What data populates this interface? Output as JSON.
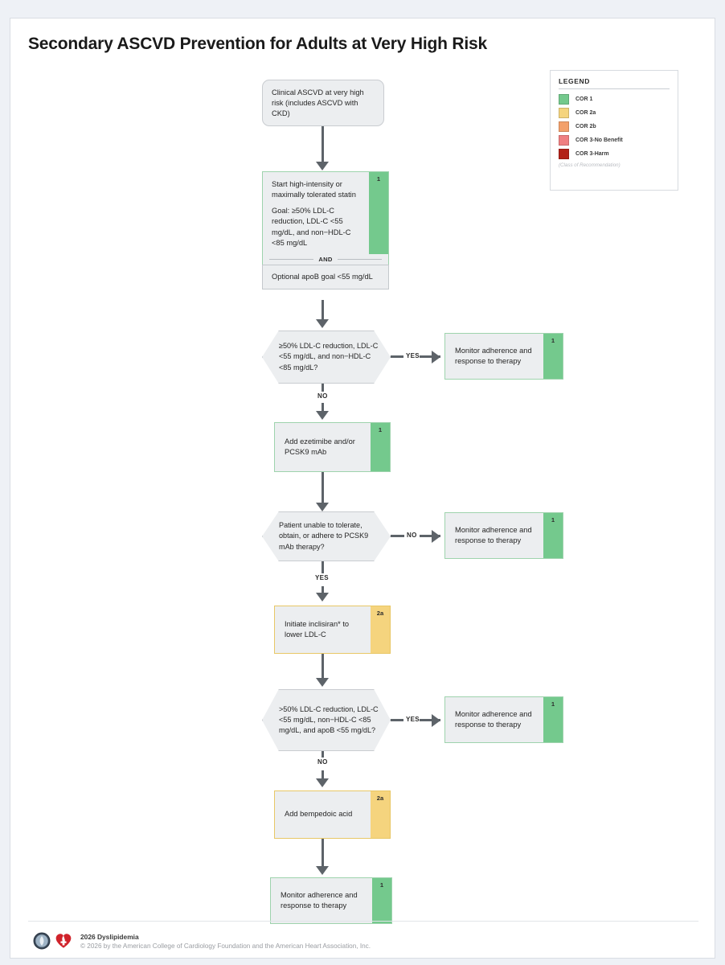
{
  "page": {
    "title": "Secondary ASCVD Prevention for Adults at Very High Risk"
  },
  "legend": {
    "heading": "LEGEND",
    "footnote": "(Class of Recommendation)",
    "items": [
      {
        "label": "COR 1",
        "color": "#74c98d"
      },
      {
        "label": "COR 2a",
        "color": "#f5d47e"
      },
      {
        "label": "COR 2b",
        "color": "#f3a06a"
      },
      {
        "label": "COR 3-No Benefit",
        "color": "#ef7f81"
      },
      {
        "label": "COR 3-Harm",
        "color": "#b22218"
      }
    ]
  },
  "flow": {
    "start": {
      "text": "Clinical ASCVD at very high risk (includes ASCVD with CKD)"
    },
    "statin": {
      "cor": "1",
      "line1": "Start high-intensity or maximally tolerated statin",
      "line2": "Goal: ≥50% LDL-C reduction, LDL-C <55 mg/dL, and non−HDL-C <85 mg/dL",
      "divider": "AND",
      "optional": "Optional apoB goal <55 mg/dL"
    },
    "decision1": {
      "text": "≥50% LDL-C reduction, LDL-C <55 mg/dL, and non−HDL-C <85 mg/dL?",
      "yes_label": "YES",
      "no_label": "NO"
    },
    "monitor1": {
      "cor": "1",
      "text": "Monitor adherence and response to therapy"
    },
    "ezetimibe": {
      "cor": "1",
      "text": "Add ezetimibe and/or PCSK9 mAb"
    },
    "decision2": {
      "text": "Patient unable to tolerate, obtain, or adhere to PCSK9 mAb therapy?",
      "no_label": "NO",
      "yes_label": "YES"
    },
    "monitor2": {
      "cor": "1",
      "text": "Monitor adherence and response to therapy"
    },
    "inclisiran": {
      "cor": "2a",
      "text": "Initiate inclisiran* to lower LDL-C"
    },
    "decision3": {
      "text": ">50% LDL-C reduction, LDL-C <55 mg/dL, non−HDL-C <85 mg/dL, and apoB <55 mg/dL?",
      "yes_label": "YES",
      "no_label": "NO"
    },
    "monitor3": {
      "cor": "1",
      "text": "Monitor adherence and response to therapy"
    },
    "bempedoic": {
      "cor": "2a",
      "text": "Add bempedoic acid"
    },
    "monitor4": {
      "cor": "1",
      "text": "Monitor adherence and response to therapy"
    }
  },
  "footer": {
    "line1": "2026 Dyslipidemia",
    "line2": "© 2026 by the American College of Cardiology Foundation and the American Heart Association, Inc."
  }
}
